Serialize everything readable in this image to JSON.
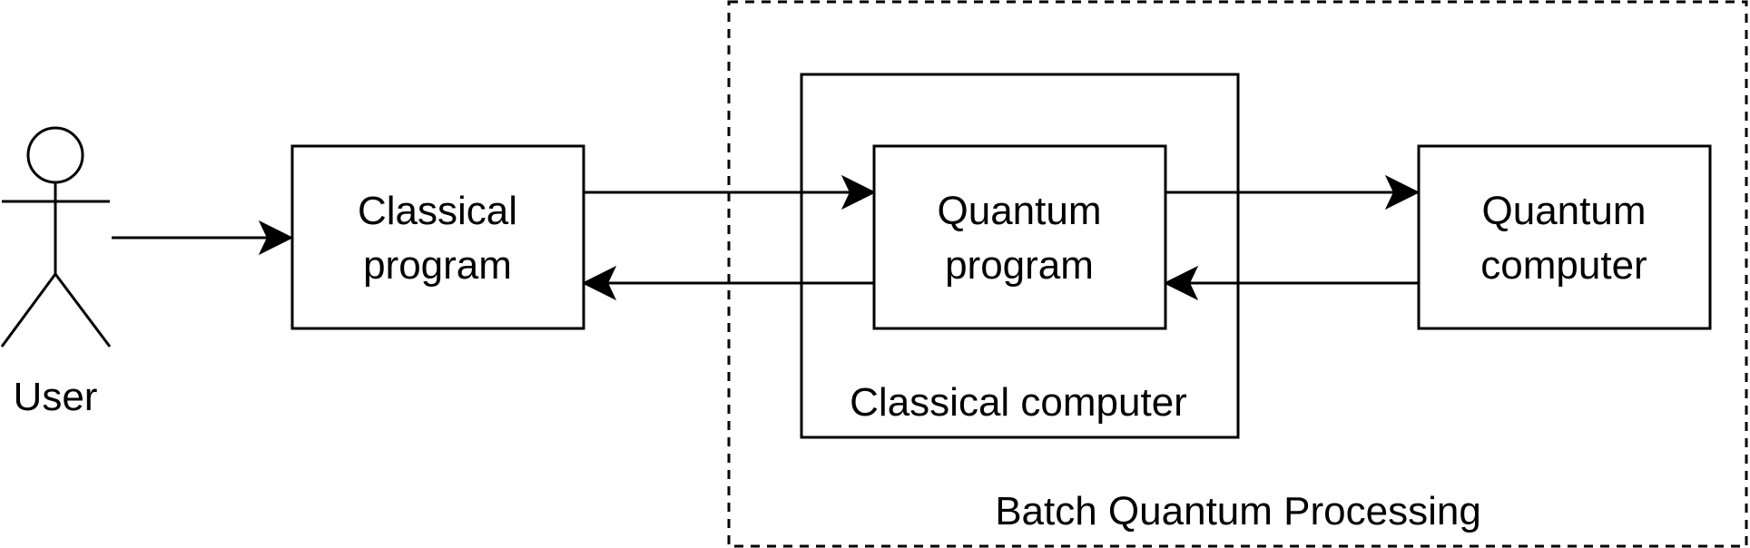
{
  "diagram": {
    "actor": {
      "label": "User"
    },
    "nodes": {
      "classical_program": [
        "Classical",
        "program"
      ],
      "quantum_program": [
        "Quantum",
        "program"
      ],
      "quantum_computer": [
        "Quantum",
        "computer"
      ]
    },
    "groups": {
      "classical_computer": "Classical computer",
      "batch_processing": "Batch Quantum Processing"
    },
    "edges": [
      {
        "from": "user",
        "to": "classical_program"
      },
      {
        "from": "classical_program",
        "to": "quantum_program"
      },
      {
        "from": "quantum_program",
        "to": "classical_program"
      },
      {
        "from": "quantum_program",
        "to": "quantum_computer"
      },
      {
        "from": "quantum_computer",
        "to": "quantum_program"
      }
    ],
    "colors": {
      "stroke": "#000000",
      "background": "#ffffff"
    }
  }
}
